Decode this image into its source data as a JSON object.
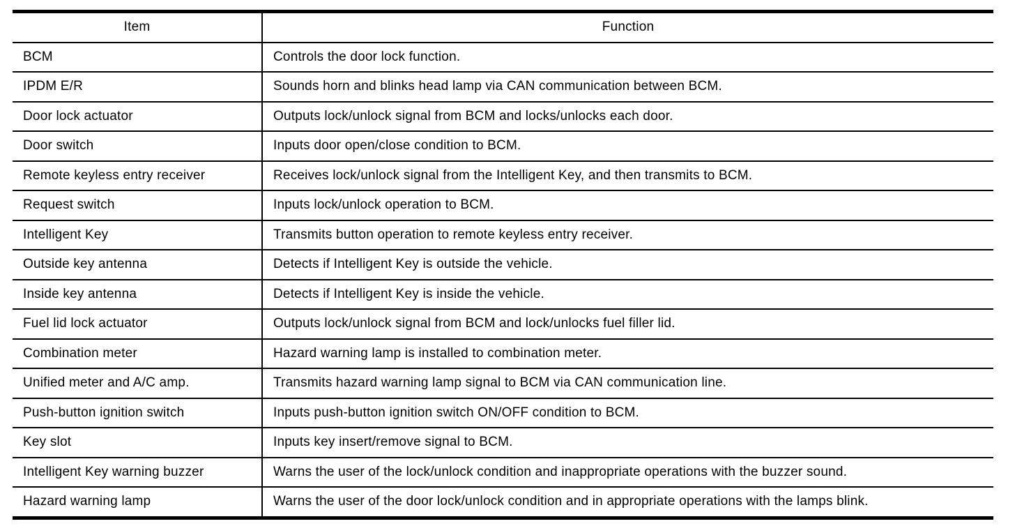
{
  "table": {
    "columns": {
      "item": "Item",
      "function": "Function"
    },
    "rows": [
      {
        "item": "BCM",
        "function": "Controls the door lock function."
      },
      {
        "item": "IPDM E/R",
        "function": "Sounds horn and blinks head lamp via CAN communication between BCM."
      },
      {
        "item": "Door lock actuator",
        "function": "Outputs lock/unlock signal from BCM and locks/unlocks each door."
      },
      {
        "item": "Door switch",
        "function": "Inputs door open/close condition to BCM."
      },
      {
        "item": "Remote keyless entry receiver",
        "function": "Receives lock/unlock signal from the Intelligent Key, and then transmits to BCM."
      },
      {
        "item": "Request switch",
        "function": "Inputs lock/unlock operation to BCM."
      },
      {
        "item": "Intelligent Key",
        "function": "Transmits button operation to remote keyless entry receiver."
      },
      {
        "item": "Outside key antenna",
        "function": "Detects if Intelligent Key is outside the vehicle."
      },
      {
        "item": "Inside key antenna",
        "function": "Detects if Intelligent Key is inside the vehicle."
      },
      {
        "item": "Fuel lid lock actuator",
        "function": "Outputs lock/unlock signal from BCM and lock/unlocks fuel filler lid."
      },
      {
        "item": "Combination meter",
        "function": "Hazard warning lamp is installed to combination meter."
      },
      {
        "item": "Unified meter and A/C amp.",
        "function": "Transmits hazard warning lamp signal to BCM via CAN communication line."
      },
      {
        "item": "Push-button ignition switch",
        "function": "Inputs push-button ignition switch ON/OFF condition to BCM."
      },
      {
        "item": "Key slot",
        "function": "Inputs key insert/remove signal to BCM."
      },
      {
        "item": "Intelligent Key warning buzzer",
        "function": "Warns the user of the lock/unlock condition and inappropriate operations with the buzzer sound."
      },
      {
        "item": "Hazard warning lamp",
        "function": "Warns the user of the door lock/unlock condition and in appropriate operations with the lamps blink."
      }
    ],
    "colors": {
      "border": "#000000",
      "text": "#000000",
      "background": "#ffffff"
    }
  }
}
